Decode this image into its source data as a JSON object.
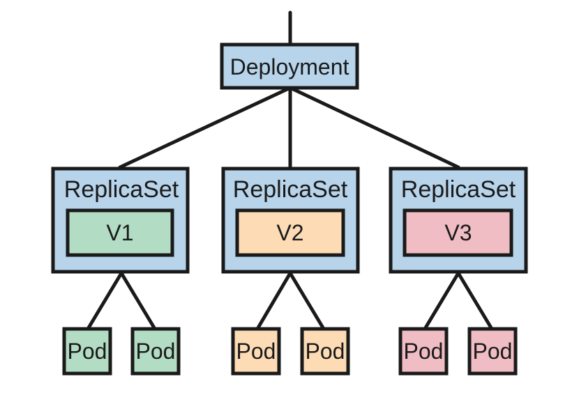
{
  "deployment": {
    "label": "Deployment",
    "fill": "#b7d4ea"
  },
  "replica_sets": [
    {
      "label": "ReplicaSet",
      "version": "V1",
      "fill": "#b7d4ea",
      "version_fill": "#b3dcc4",
      "pods": [
        "Pod",
        "Pod"
      ]
    },
    {
      "label": "ReplicaSet",
      "version": "V2",
      "fill": "#b7d4ea",
      "version_fill": "#fddcb5",
      "pods": [
        "Pod",
        "Pod"
      ]
    },
    {
      "label": "ReplicaSet",
      "version": "V3",
      "fill": "#b7d4ea",
      "version_fill": "#efbdc3",
      "pods": [
        "Pod",
        "Pod"
      ]
    }
  ],
  "colors": {
    "stroke": "#1a1a1a",
    "background": "#ffffff"
  }
}
